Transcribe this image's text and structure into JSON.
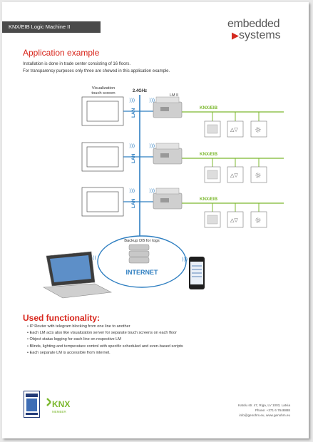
{
  "header": {
    "title_bar": "KNX/EIB Logic Machine II",
    "logo_top": "embedded",
    "logo_bottom": "systems"
  },
  "intro": {
    "title": "Application example",
    "line1": "Installation is done in trade center consisting of 16 floors.",
    "line2": "For transparency purposes only three are showed in this application example."
  },
  "diagram": {
    "touch_screen_label_1": "Visualization",
    "touch_screen_label_2": "touch screen",
    "frequency": "2.4GHz",
    "lm_label": "LM II",
    "lan_label": "LAN",
    "knx_label": "KNX/EIB",
    "backup_label": "Backup DB for logs",
    "internet_label": "INTERNET"
  },
  "functionality": {
    "title": "Used functionality:",
    "items": [
      "IP Router with telegram blocking from one line to another",
      "Each LM acts also like visualization server for separate touch screens on each floor",
      "Object status logging for each line on respective LM",
      "Blinds, lighting and temperature control with specific scheduled and even-based scripts",
      "Each separate LM is accessible from internet."
    ]
  },
  "footer": {
    "address_line1": "Katolu str. 47, Riga, LV 1003, Latvia",
    "address_line2": "Phone: +371 6 7648888",
    "address_line3": "info@genohm.eu, www.genohm.eu",
    "knx_logo": "KNX",
    "knx_member": "MEMBER"
  },
  "colors": {
    "accent_red": "#d8261c",
    "bus_green": "#7cb82f",
    "lan_blue": "#2f7fc1"
  }
}
